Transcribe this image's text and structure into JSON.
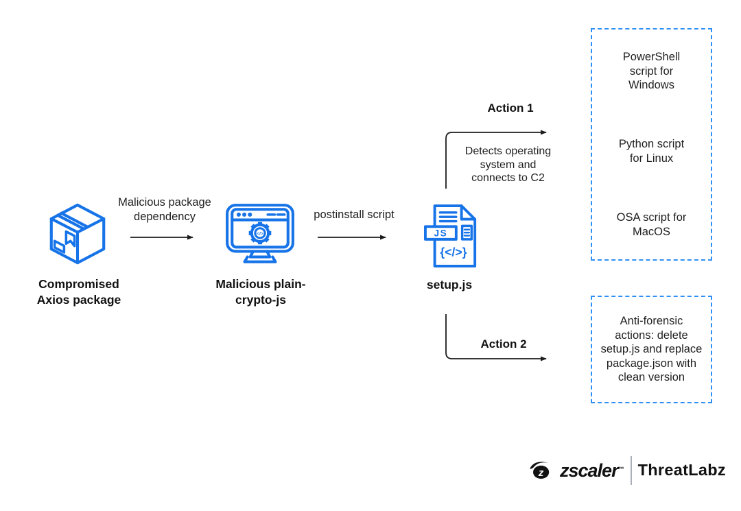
{
  "diagram": {
    "nodes": {
      "package": {
        "label": "Compromised\nAxios package"
      },
      "library": {
        "label": "Malicious plain-\ncrypto-js"
      },
      "script": {
        "label": "setup.js",
        "file_badge": "JS",
        "file_glyph": "{</>}"
      }
    },
    "edges": {
      "dependency": {
        "label": "Malicious package\ndependency"
      },
      "postinstall": {
        "label": "postinstall script"
      },
      "action1": {
        "label": "Action 1",
        "description": "Detects operating\nsystem and\nconnects to C2"
      },
      "action2": {
        "label": "Action 2"
      }
    },
    "outcomes": {
      "payloads": {
        "items": [
          "PowerShell\nscript for\nWindows",
          "Python script\nfor Linux",
          "OSA script for\nMacOS"
        ]
      },
      "anti_forensics": {
        "text": "Anti-forensic\nactions: delete\nsetup.js and replace\npackage.json with\nclean version"
      }
    }
  },
  "branding": {
    "vendor": "zscaler",
    "trademark": "™",
    "product": "ThreatLabz"
  },
  "colors": {
    "icon_blue": "#1673E8",
    "dashed_box_blue": "#2E90F7",
    "arrow_black": "#1c1c1c",
    "text_black": "#111111"
  }
}
